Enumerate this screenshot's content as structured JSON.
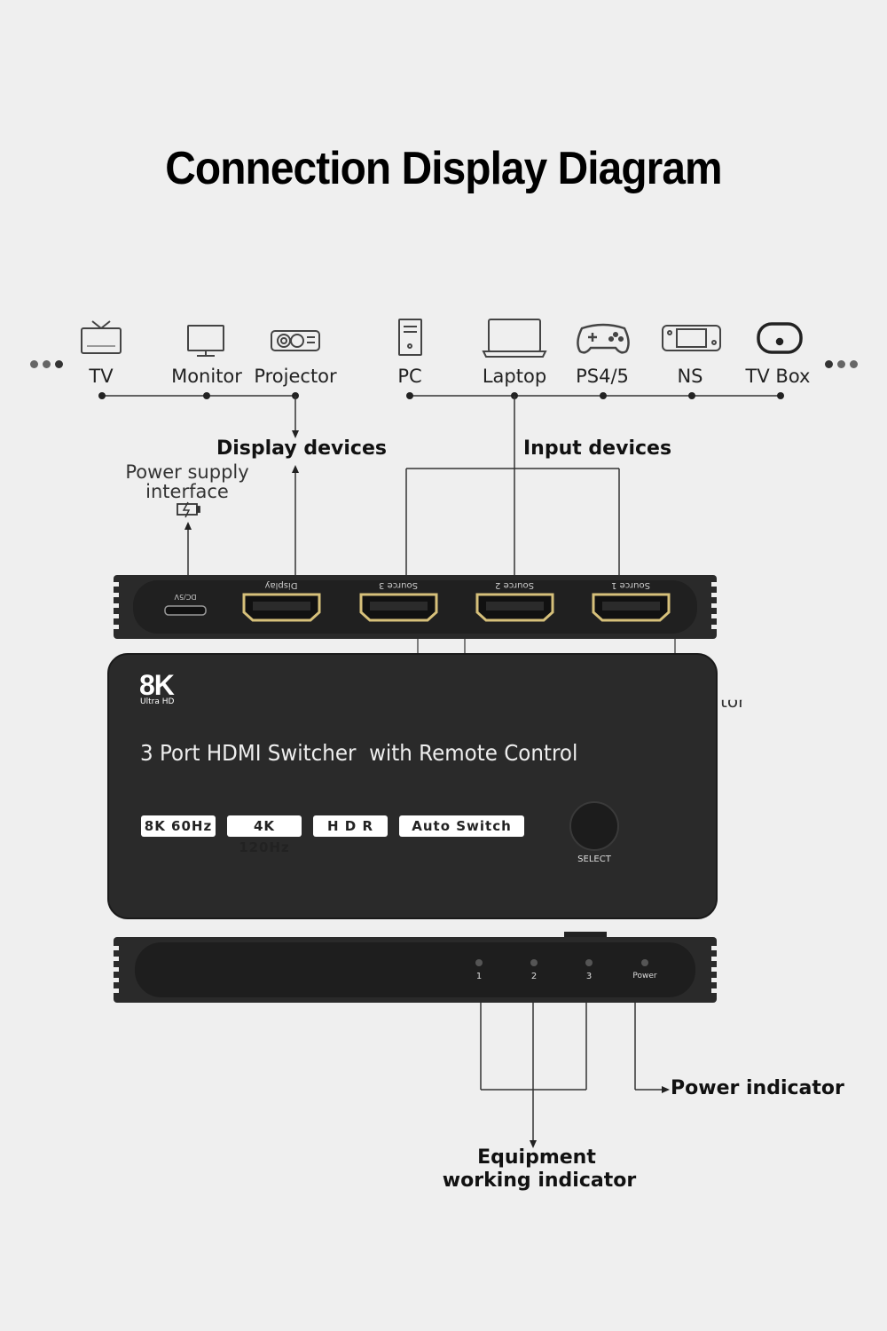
{
  "title": "Connection Display Diagram",
  "display_devices": [
    {
      "label": "TV",
      "icon": "tv-icon"
    },
    {
      "label": "Monitor",
      "icon": "monitor-icon"
    },
    {
      "label": "Projector",
      "icon": "projector-icon"
    }
  ],
  "input_devices": [
    {
      "label": "PC",
      "icon": "pc-tower-icon"
    },
    {
      "label": "Laptop",
      "icon": "laptop-icon"
    },
    {
      "label": "PS4/5",
      "icon": "gamepad-icon"
    },
    {
      "label": "NS",
      "icon": "handheld-console-icon"
    },
    {
      "label": "TV Box",
      "icon": "tv-box-icon"
    }
  ],
  "groups": {
    "display": "Display devices",
    "input": "Input devices",
    "power_line1": "Power supply",
    "power_line2": "interface"
  },
  "back_panel": {
    "dc": "DC/5V",
    "ports": [
      "Display",
      "Source 3",
      "Source 2",
      "Source 1"
    ]
  },
  "device": {
    "logo_main": "8K",
    "logo_sub": "Ultra HD",
    "name": "3 Port HDMI Switcher  with Remote Control",
    "badges": [
      "8K 60Hz",
      "4K 120Hz",
      "H D R",
      "Auto Switch"
    ],
    "button_label": "SELECT",
    "partial_text": "tor"
  },
  "front_panel": {
    "leds": [
      "1",
      "2",
      "3",
      "Power"
    ]
  },
  "callouts": {
    "power": "Power indicator",
    "equipment_line1": "Equipment",
    "equipment_line2": "working indicator"
  },
  "colors": {
    "background": "#efefef",
    "device_body": "#2e2e2e",
    "hdmi_gold": "#d6c07a",
    "line": "#333333"
  }
}
